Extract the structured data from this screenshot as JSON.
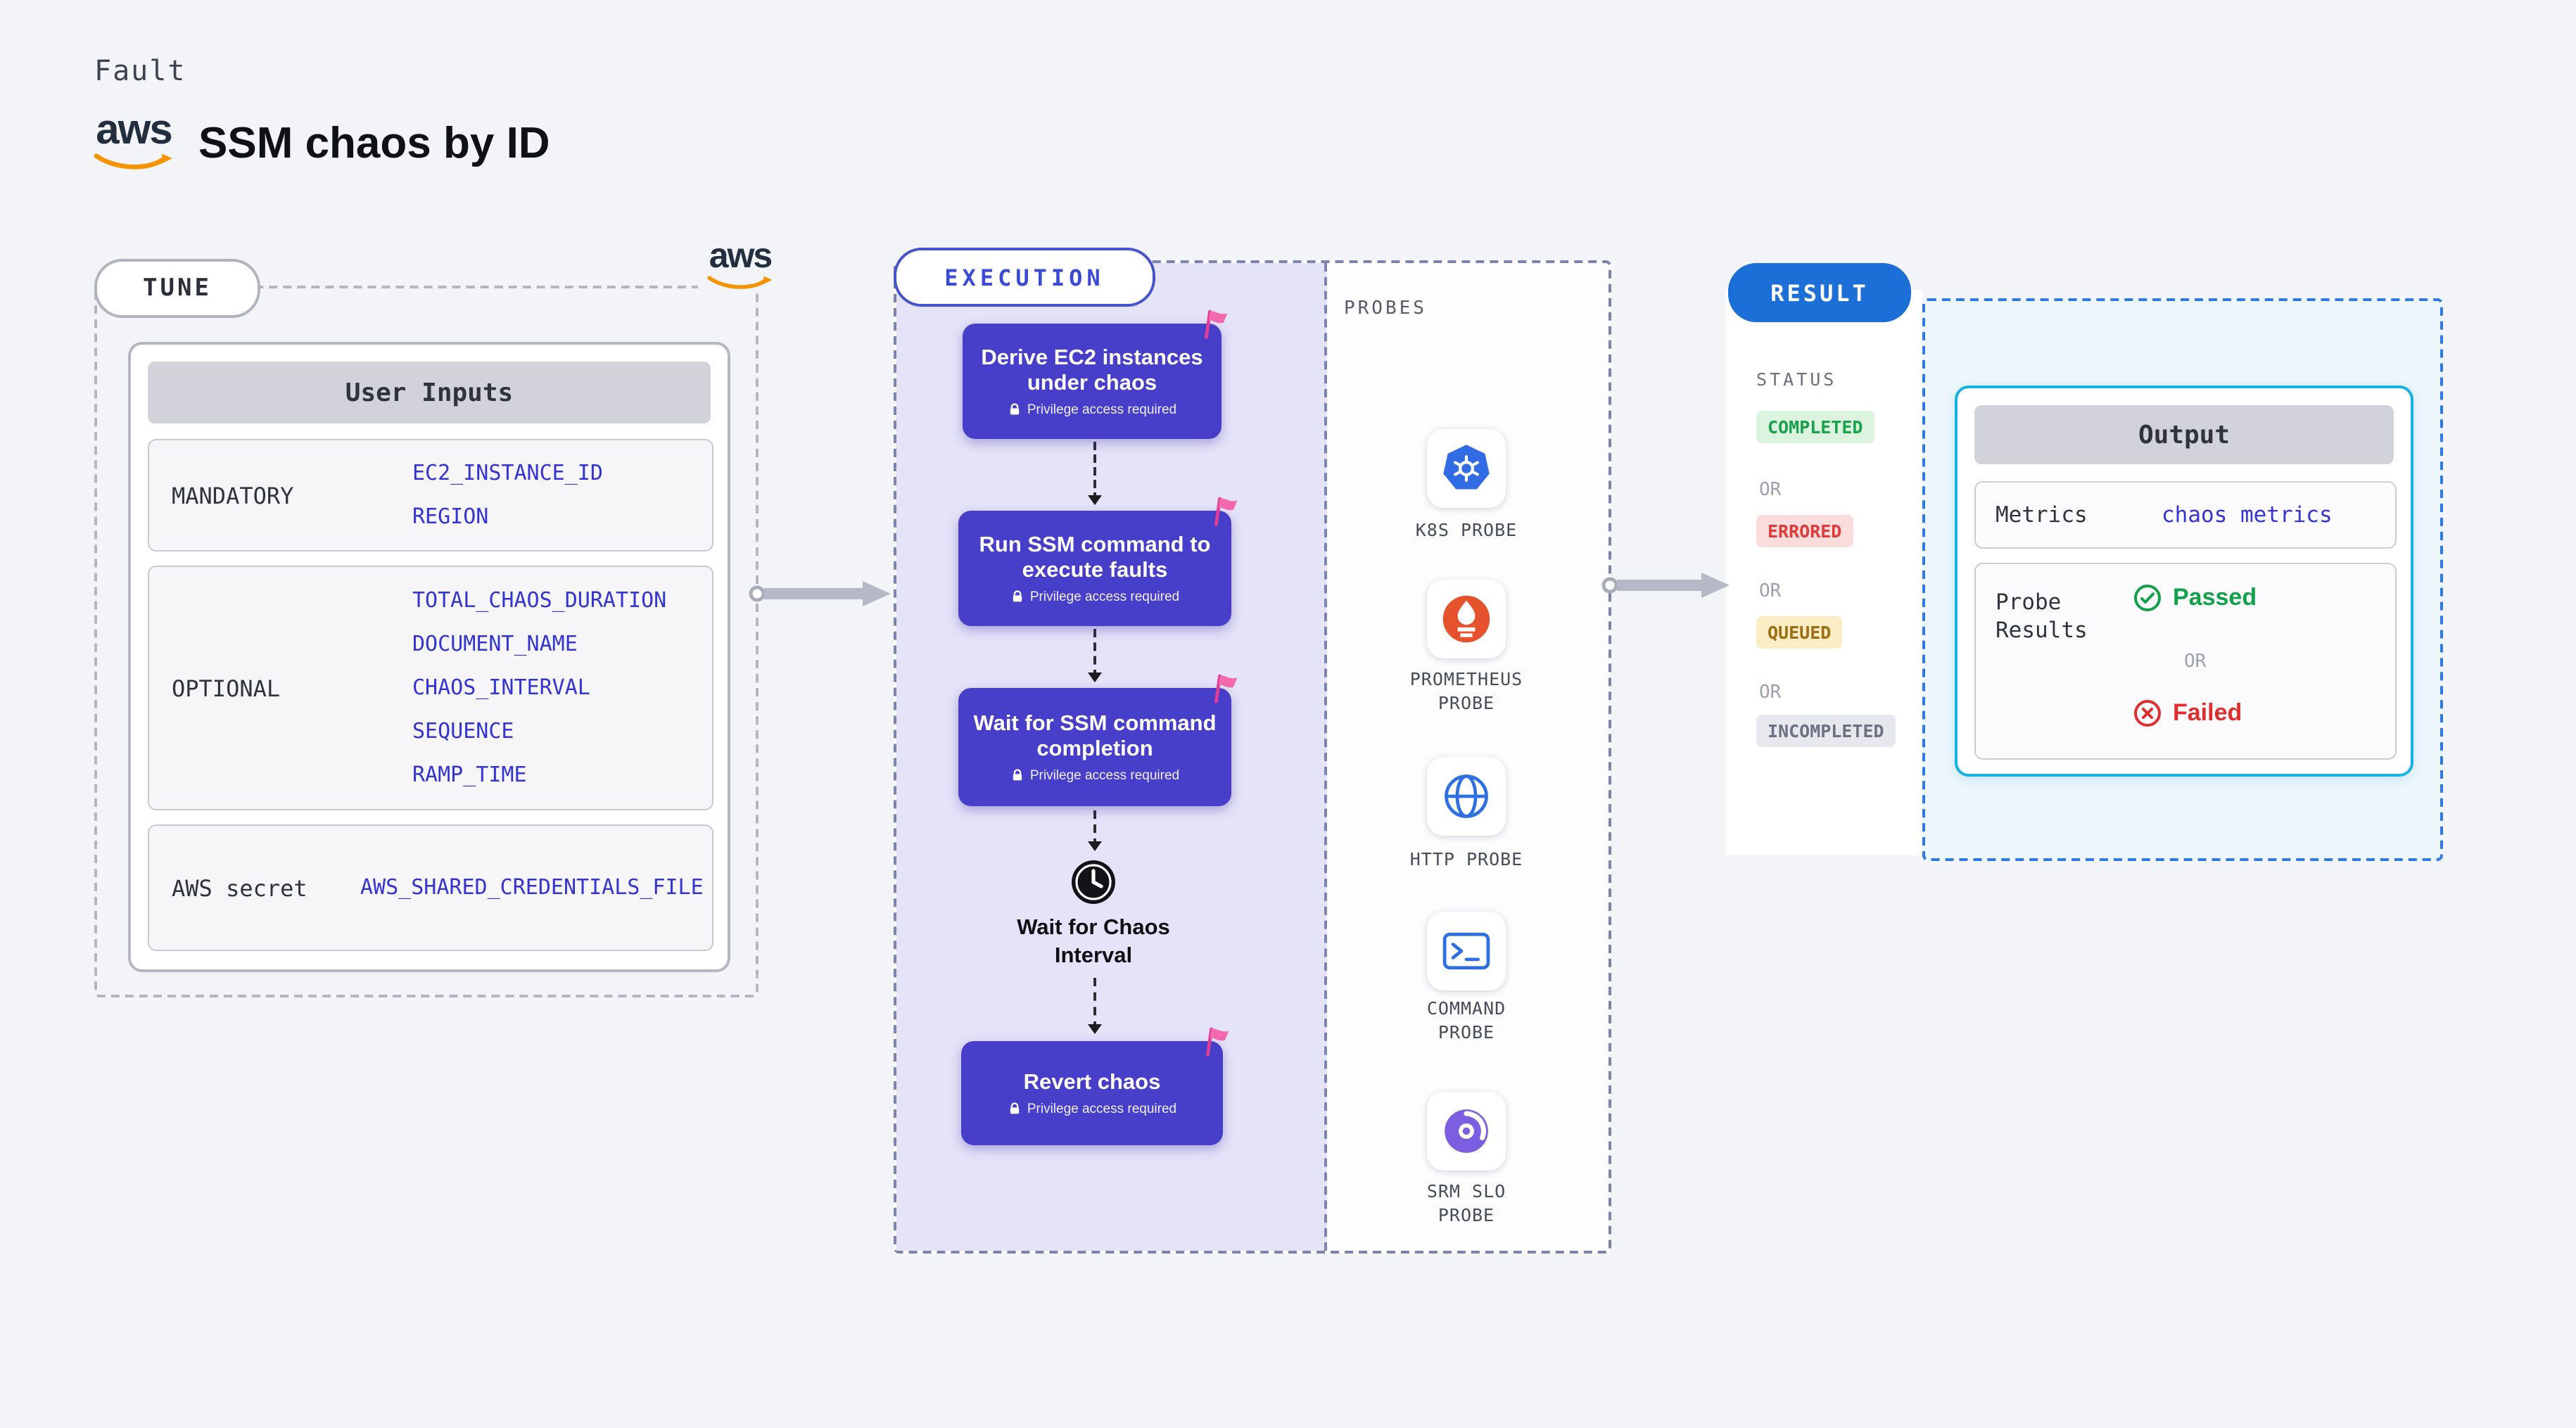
{
  "colors": {
    "background": "#f3f4f8",
    "accent_indigo": "#473fc9",
    "accent_blue": "#1b6fd6",
    "value_blue": "#3434d4",
    "cyan_border": "#14b3e2",
    "aws_orange": "#f59300",
    "success_green": "#12a14b",
    "error_red": "#e02d2d",
    "queued_yellow": "#9c6d12",
    "pink_flag": "#f468ae"
  },
  "header": {
    "kicker": "Fault",
    "title": "SSM chaos by ID",
    "aws_logo_text": "aws"
  },
  "tune": {
    "pill": "TUNE",
    "table": {
      "header": "User Inputs",
      "rows": [
        {
          "label": "MANDATORY",
          "values": [
            "EC2_INSTANCE_ID",
            "REGION"
          ]
        },
        {
          "label": "OPTIONAL",
          "values": [
            "TOTAL_CHAOS_DURATION",
            "DOCUMENT_NAME",
            "CHAOS_INTERVAL",
            "SEQUENCE",
            "RAMP_TIME"
          ]
        },
        {
          "label": "AWS secret",
          "values": [
            "AWS_SHARED_CREDENTIALS_FILE"
          ]
        }
      ]
    }
  },
  "execution": {
    "pill": "EXECUTION",
    "steps": [
      {
        "title": "Derive EC2 instances under chaos",
        "badge": "Privilege access required"
      },
      {
        "title": "Run SSM command to execute faults",
        "badge": "Privilege access required"
      },
      {
        "title": "Wait for SSM command completion",
        "badge": "Privilege access required"
      },
      {
        "title": "Revert chaos",
        "badge": "Privilege access required"
      }
    ],
    "wait_label": "Wait for Chaos Interval"
  },
  "probes": {
    "heading": "PROBES",
    "items": [
      {
        "name": "K8S PROBE",
        "icon": "kubernetes-icon"
      },
      {
        "name": "PROMETHEUS PROBE",
        "icon": "prometheus-icon"
      },
      {
        "name": "HTTP PROBE",
        "icon": "globe-icon"
      },
      {
        "name": "COMMAND PROBE",
        "icon": "terminal-icon"
      },
      {
        "name": "SRM SLO PROBE",
        "icon": "srm-slo-icon"
      }
    ]
  },
  "result": {
    "pill": "RESULT",
    "status_heading": "STATUS",
    "or_label": "OR",
    "statuses": [
      {
        "label": "COMPLETED"
      },
      {
        "label": "ERRORED"
      },
      {
        "label": "QUEUED"
      },
      {
        "label": "INCOMPLETED"
      }
    ],
    "output": {
      "header": "Output",
      "metrics_label": "Metrics",
      "metrics_value": "chaos metrics",
      "probe_results_label": "Probe Results",
      "passed_label": "Passed",
      "failed_label": "Failed"
    }
  }
}
